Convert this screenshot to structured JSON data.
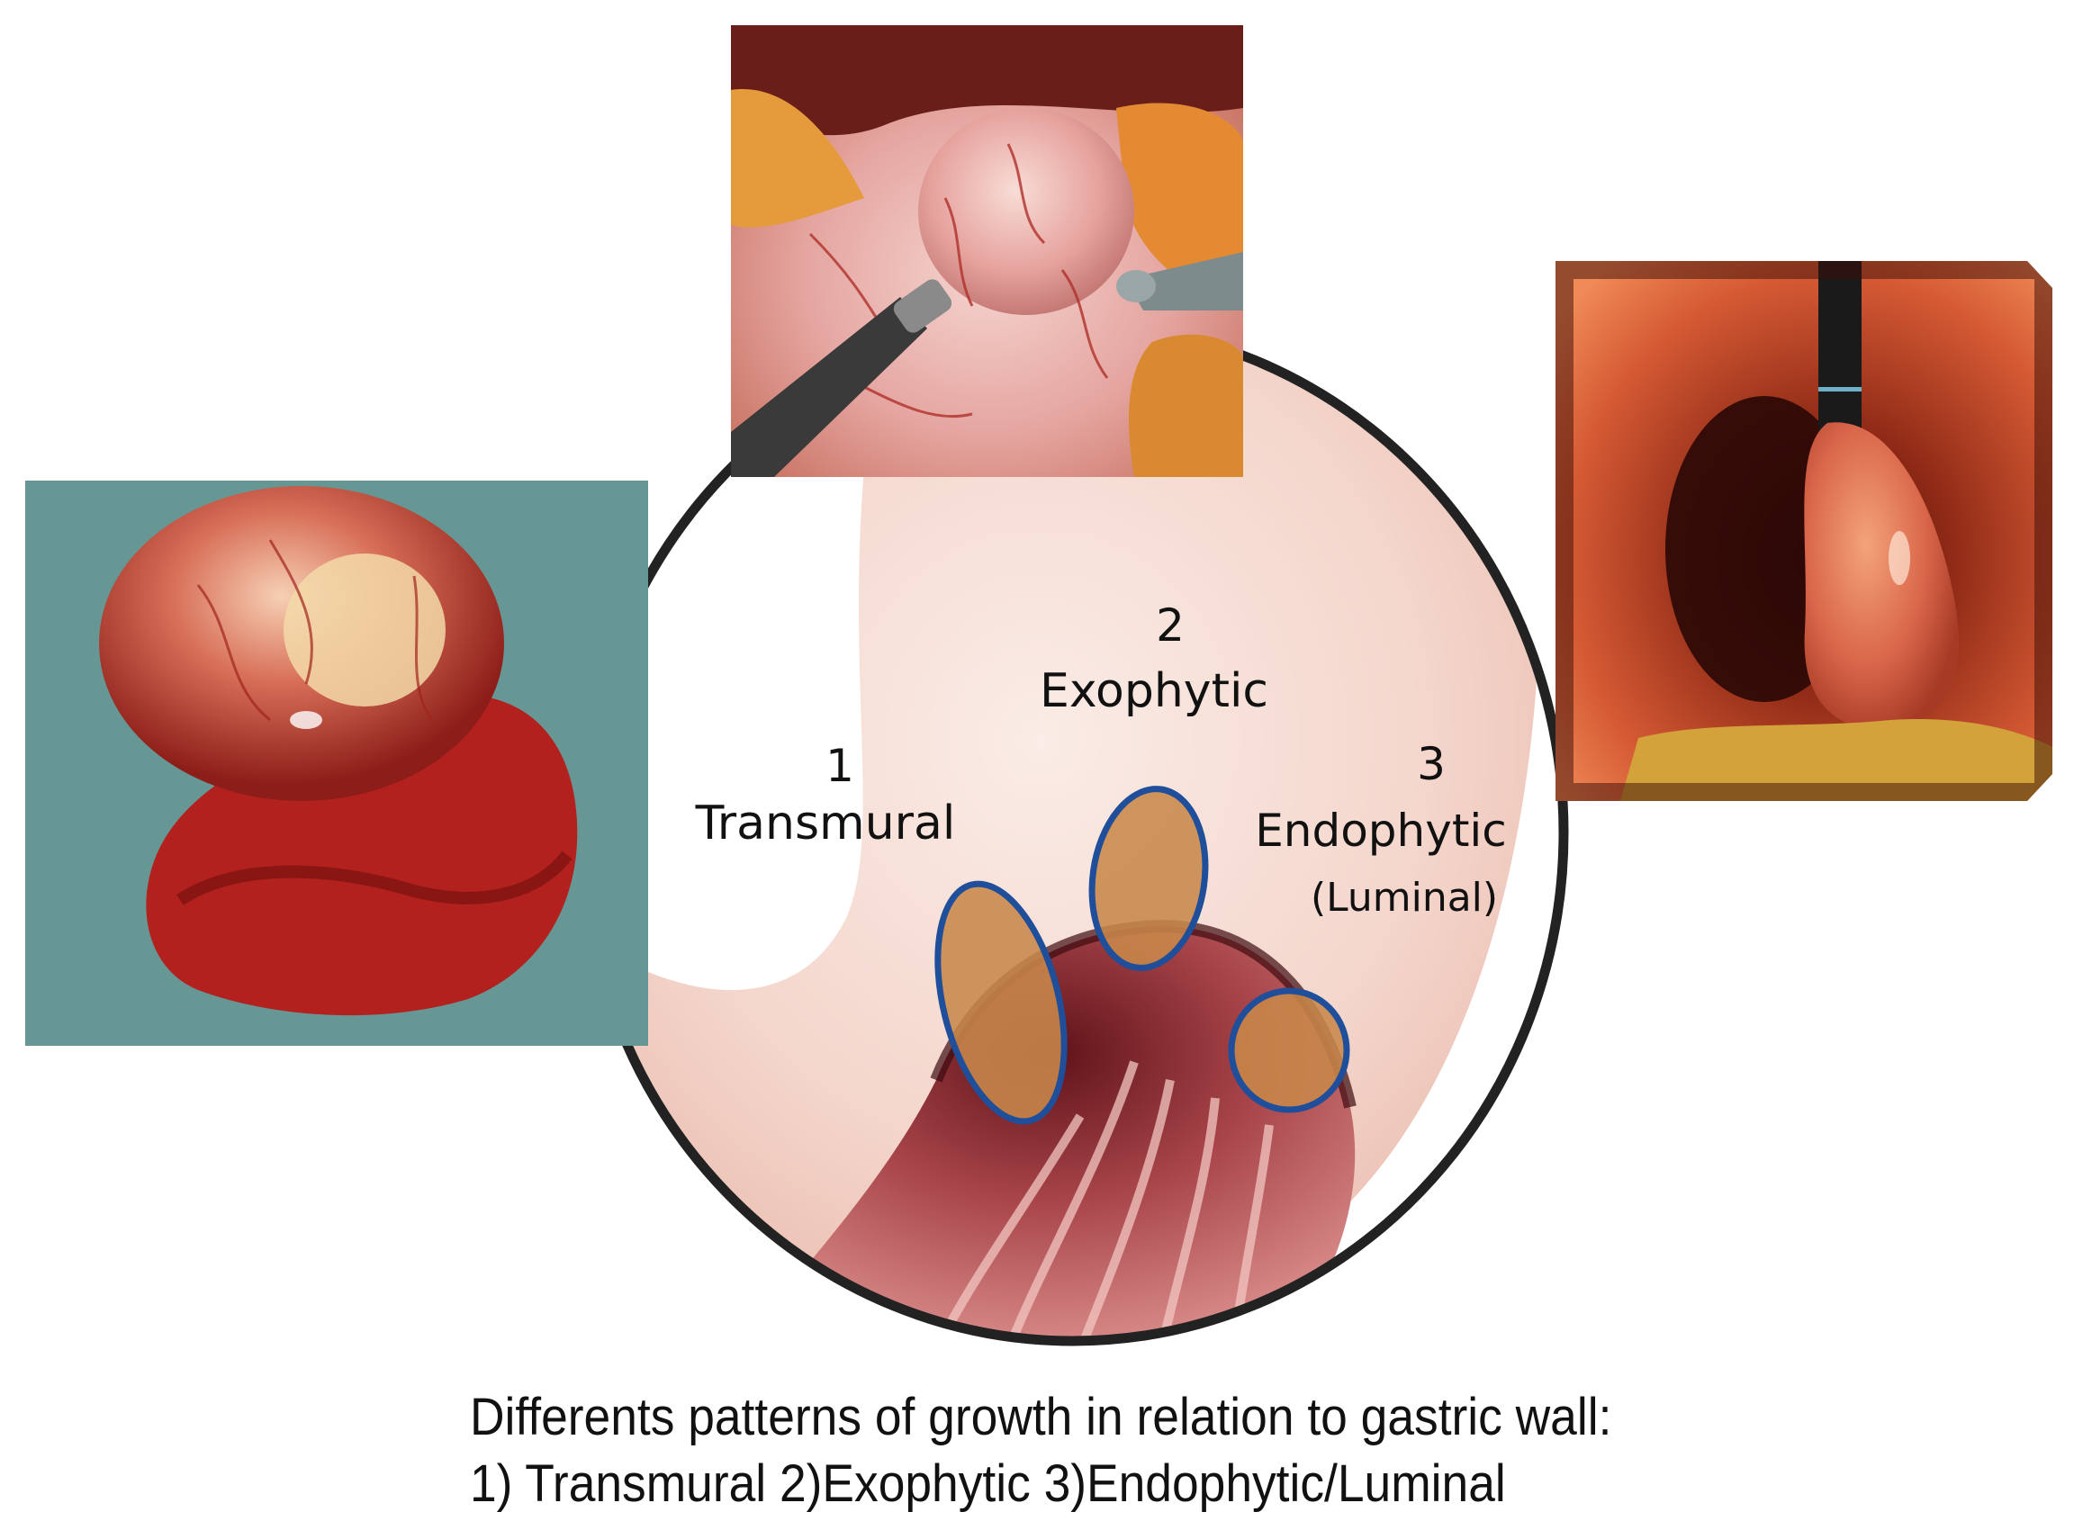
{
  "diagram": {
    "labels": {
      "transmural": {
        "number": "1",
        "name": "Transmural"
      },
      "exophytic": {
        "number": "2",
        "name": "Exophytic"
      },
      "endophytic": {
        "number": "3",
        "name": "Endophytic",
        "sub": "(Luminal)"
      }
    },
    "colors": {
      "outline_ring": "#222222",
      "tumor_fill": "#c8874a",
      "tumor_stroke": "#1f4e9a",
      "stomach_tissue": "#f3d3c8",
      "mucosa_dark": "#7a1f22"
    },
    "photos": {
      "top": "laparoscopic-view",
      "left": "resected-specimen",
      "right": "endoscopic-view"
    }
  },
  "caption": {
    "line1": "Differents patterns of growth in relation to gastric wall:",
    "line2": "1) Transmural 2)Exophytic 3)Endophytic/Luminal"
  }
}
